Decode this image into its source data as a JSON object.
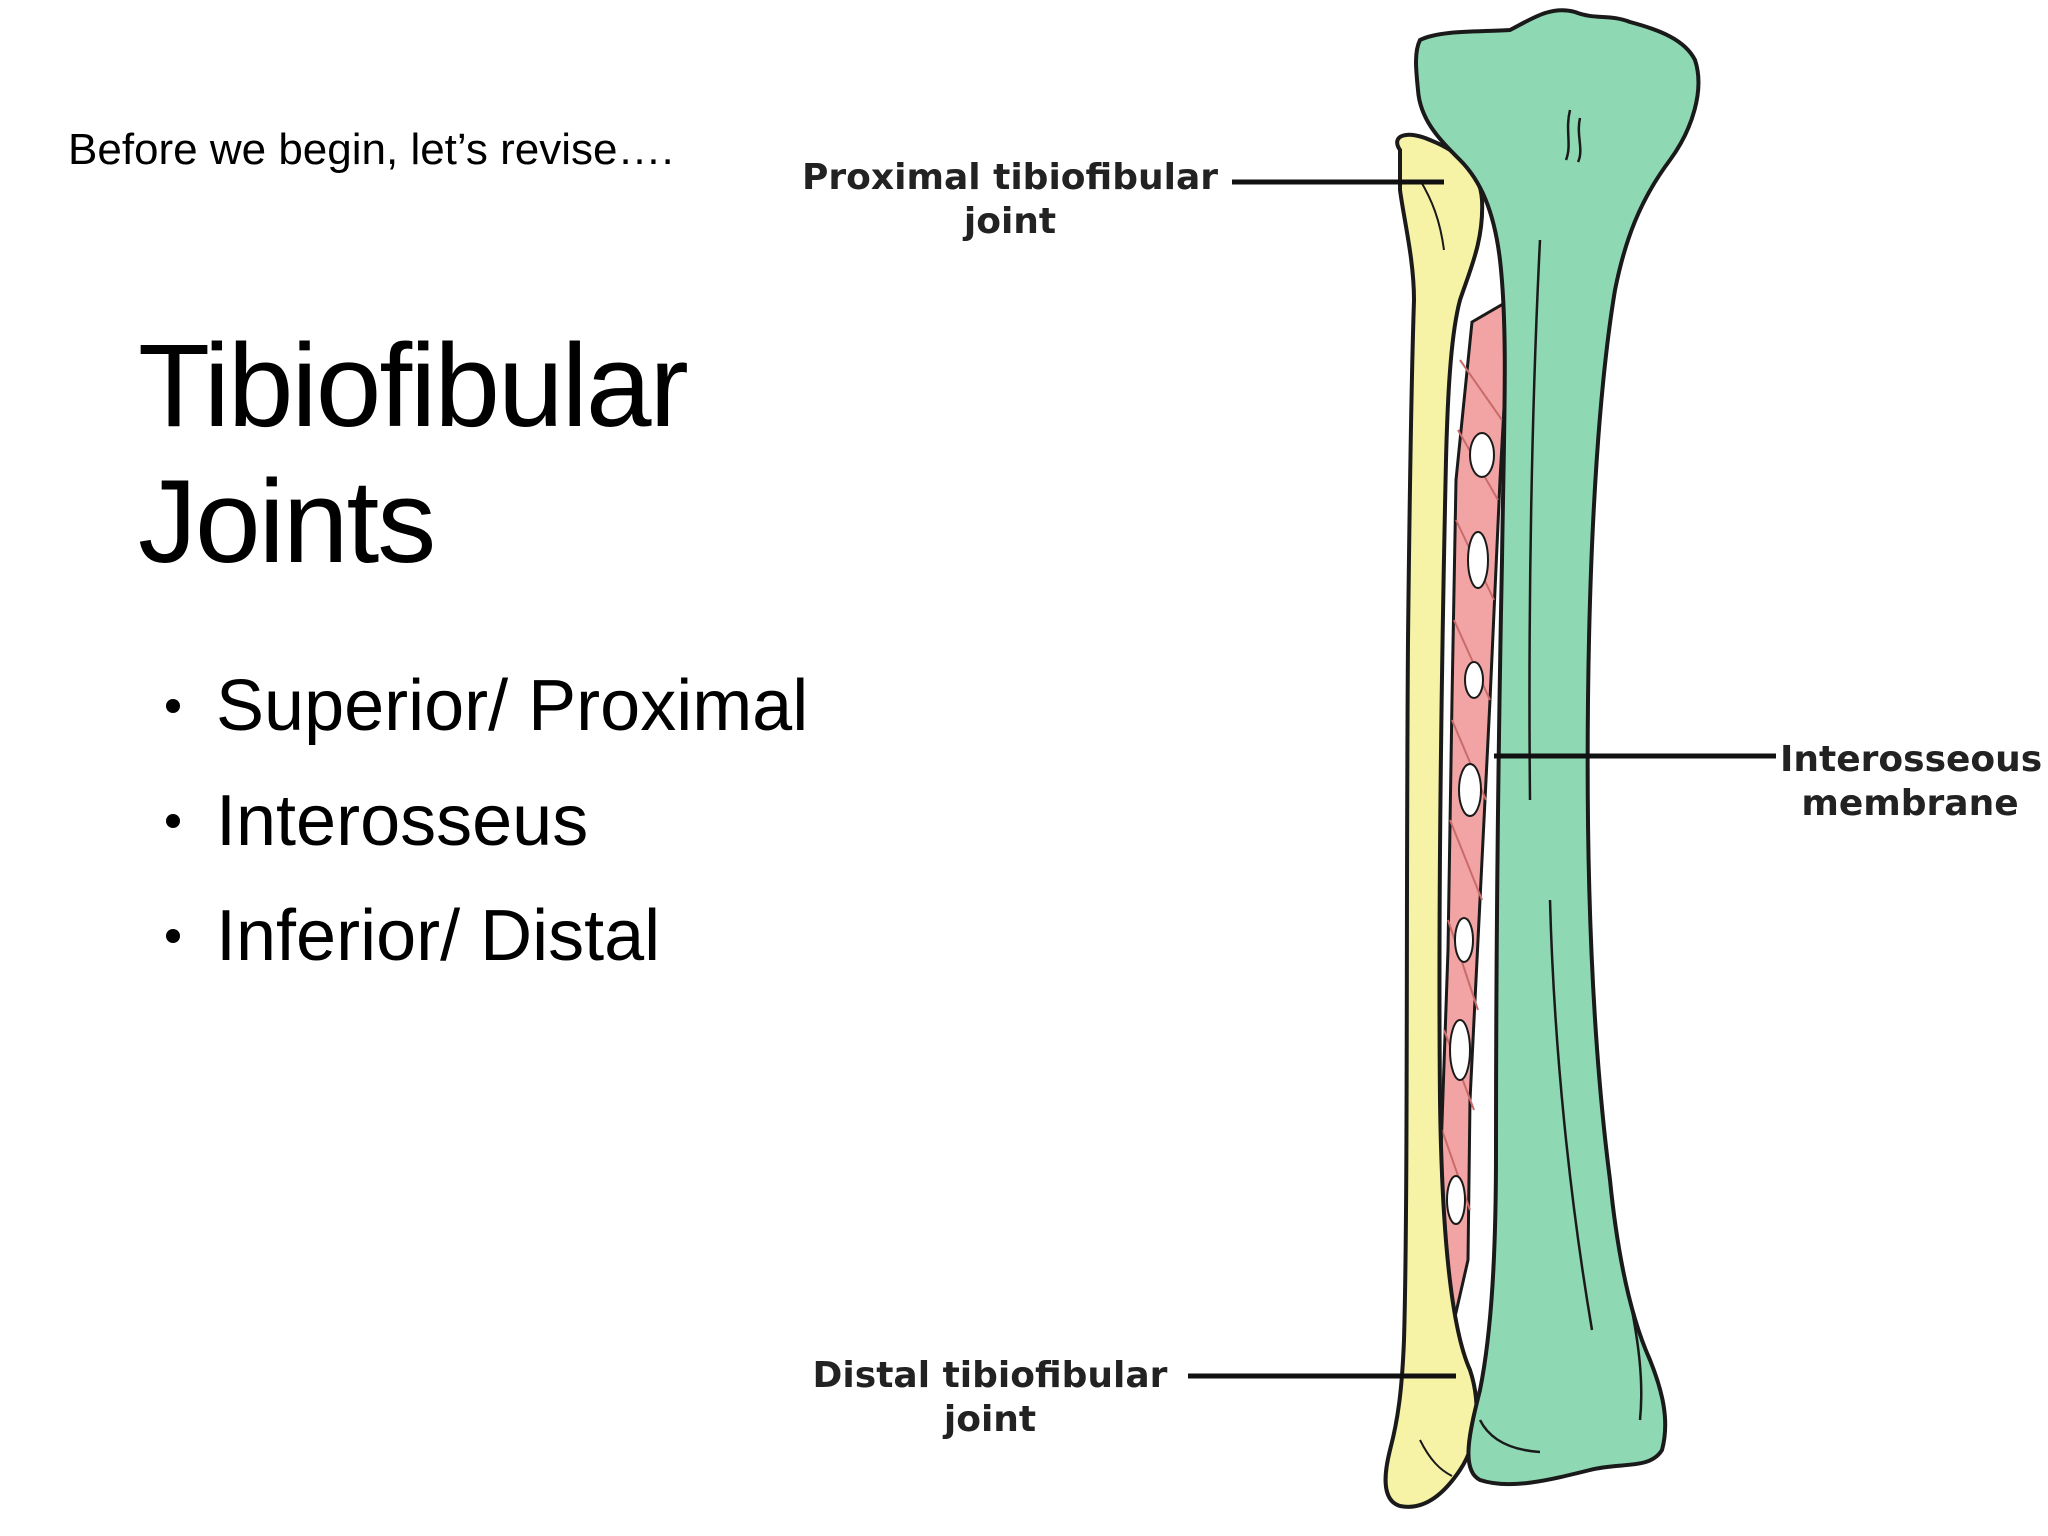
{
  "slide": {
    "intro": "Before we begin, let’s revise….",
    "title": "Tibiofibular Joints",
    "bullets": [
      "Superior/ Proximal",
      "Interosseus",
      "Inferior/ Distal"
    ]
  },
  "figure": {
    "labels": {
      "proximal": "Proximal tibiofibular\njoint",
      "interosseous": "Interosseous\nmembrane",
      "distal": "Distal tibiofibular\njoint"
    },
    "colors": {
      "tibia": "#8fd8b4",
      "fibula": "#f6f2a6",
      "membrane": "#f2a4a4",
      "outline": "#1a1a1a"
    }
  }
}
